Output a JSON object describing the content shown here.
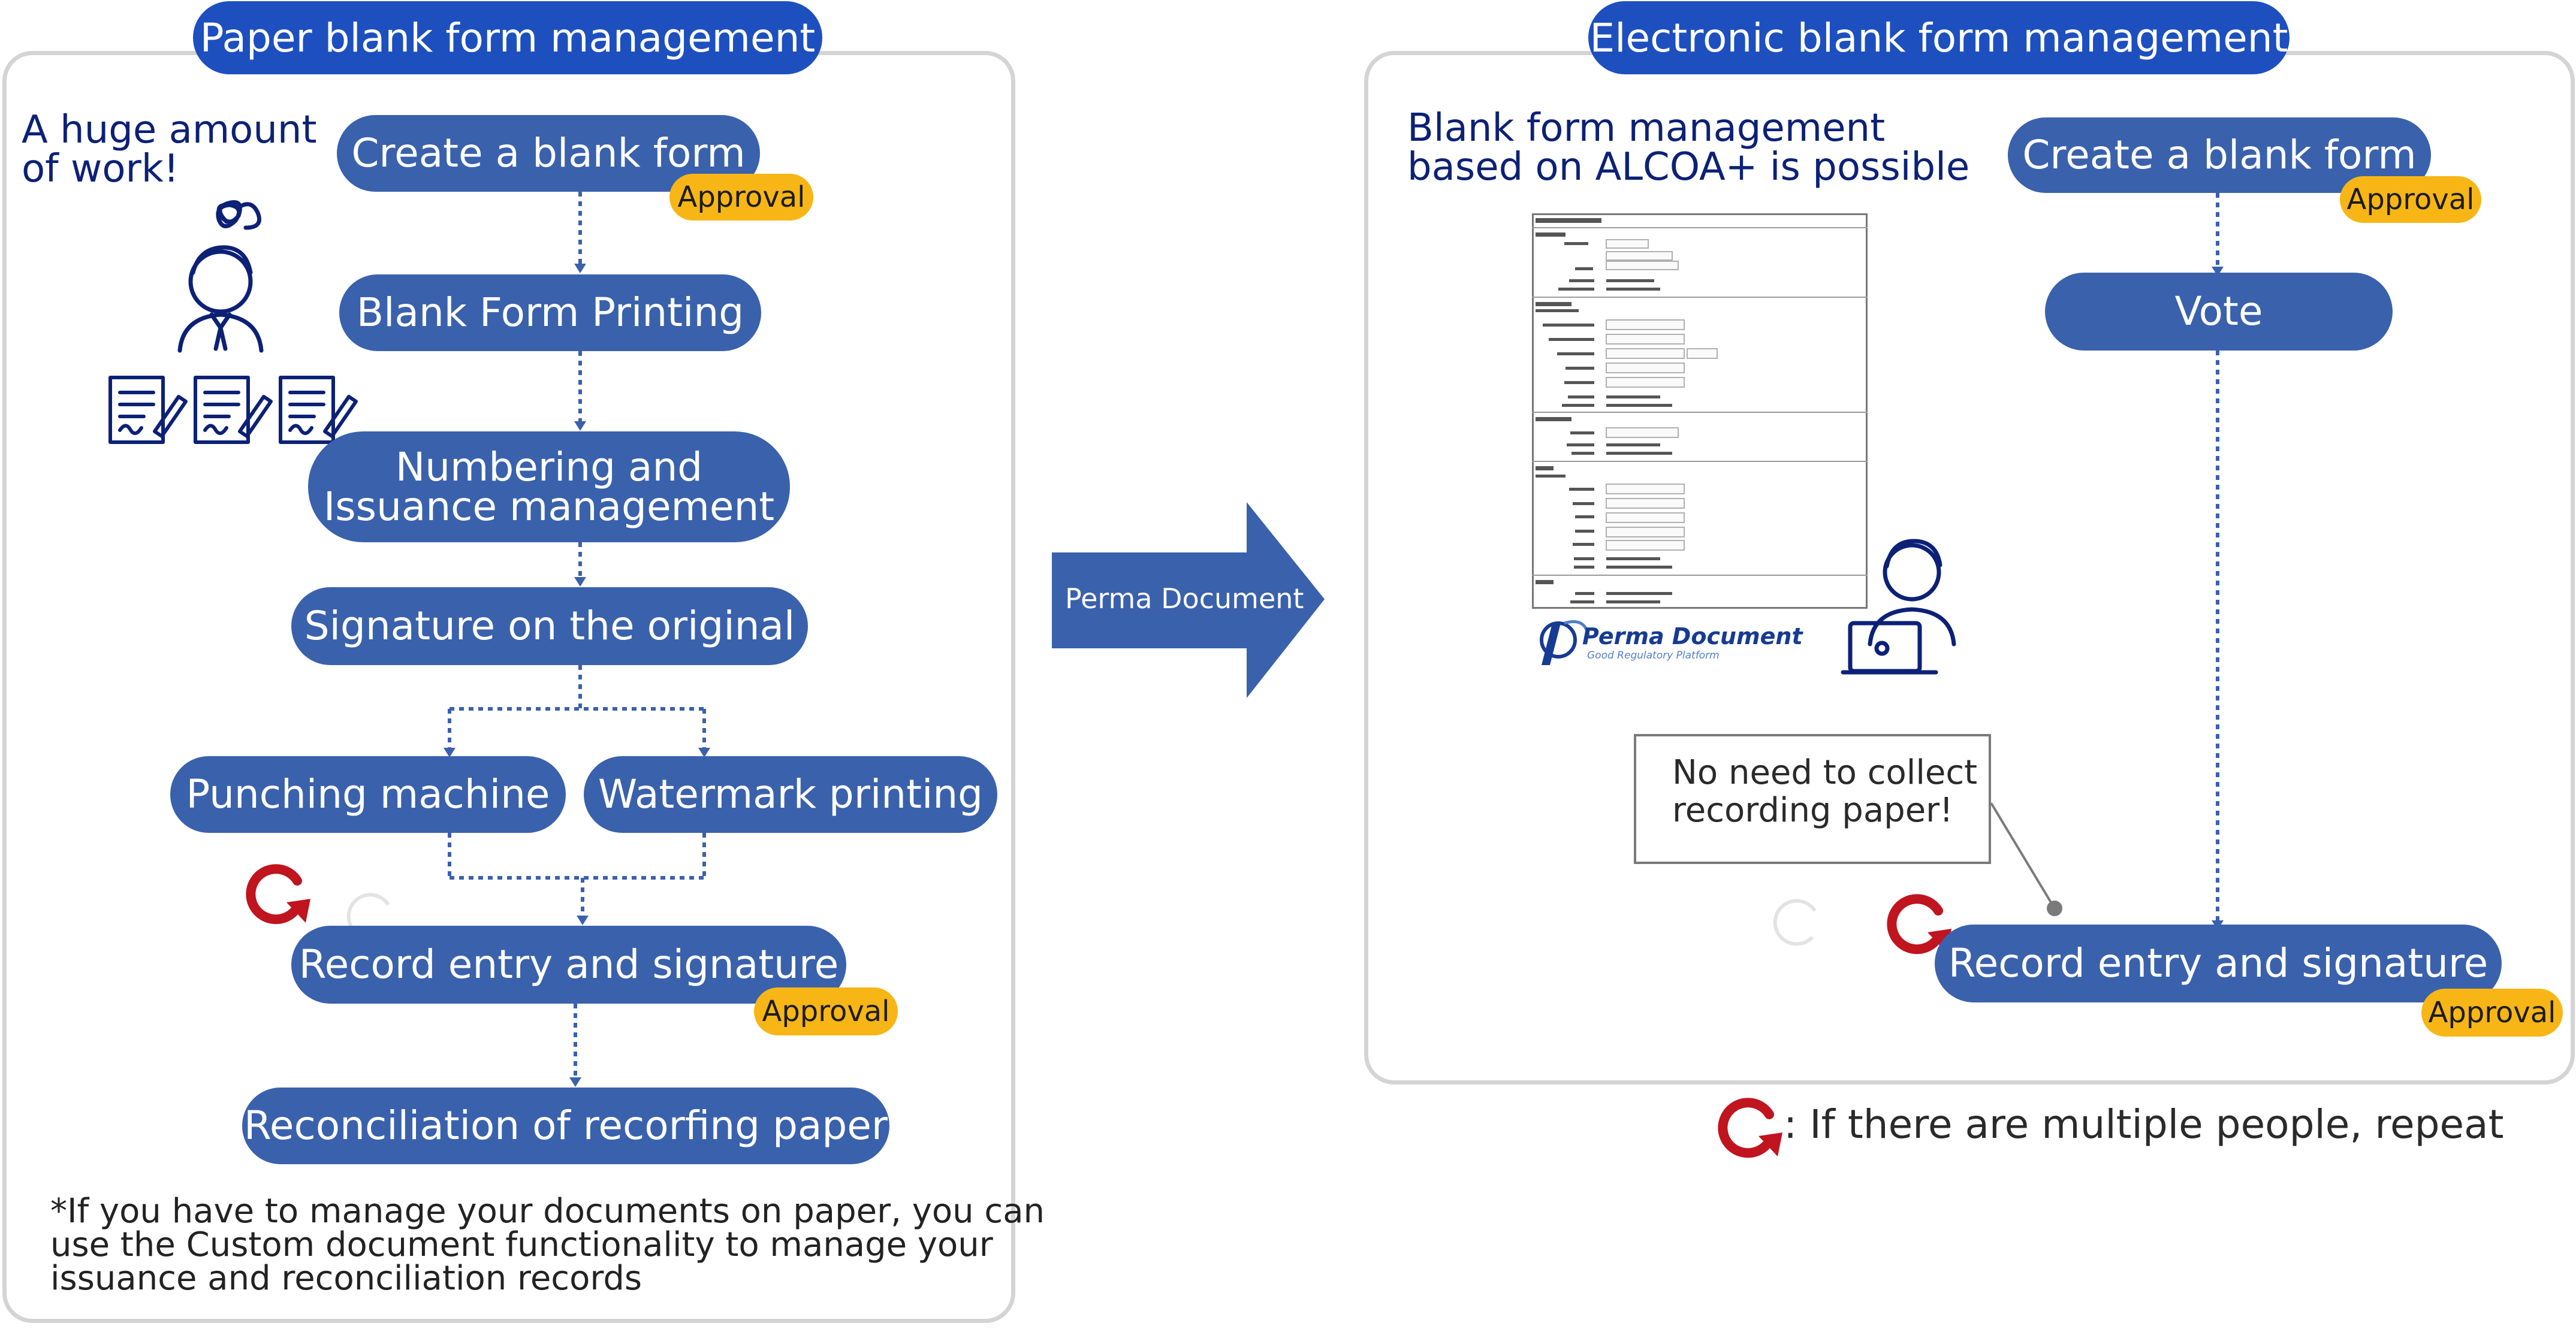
{
  "paper": {
    "title": "Paper blank form management",
    "huge_work": [
      "A huge amount",
      "of work!"
    ],
    "steps": {
      "create": "Create a blank form",
      "printing": "Blank Form Printing",
      "numbering": [
        "Numbering and",
        "Issuance management"
      ],
      "signature": "Signature on the original",
      "punching": "Punching machine",
      "watermark": "Watermark printing",
      "record": "Record entry and signature",
      "reconcile": "Reconciliation of recorfing paper"
    },
    "approval": "Approval",
    "note": [
      "*If you have to manage your documents on paper, you can",
      "use the Custom document functionality to manage your",
      "issuance and reconciliation records"
    ]
  },
  "transition": {
    "label": "Perma Document"
  },
  "electronic": {
    "title": "Electronic blank form management",
    "alcoa": [
      "Blank form management",
      "based on ALCOA+ is possible"
    ],
    "steps": {
      "create": "Create a blank form",
      "vote": "Vote",
      "record": "Record entry and signature"
    },
    "approval": "Approval",
    "callout": [
      "No need to collect",
      "recording paper!"
    ],
    "logo": {
      "name": "Perma Document",
      "tagline": "Good Regulatory Platform"
    }
  },
  "legend": {
    "text": ": If there are multiple people, repeat"
  },
  "colors": {
    "title_blue": "#1d4fbf",
    "pill_blue": "#3a61ac",
    "badge_yellow": "#f7b615",
    "repeat_red": "#c0141e",
    "navy": "#0c2176"
  }
}
